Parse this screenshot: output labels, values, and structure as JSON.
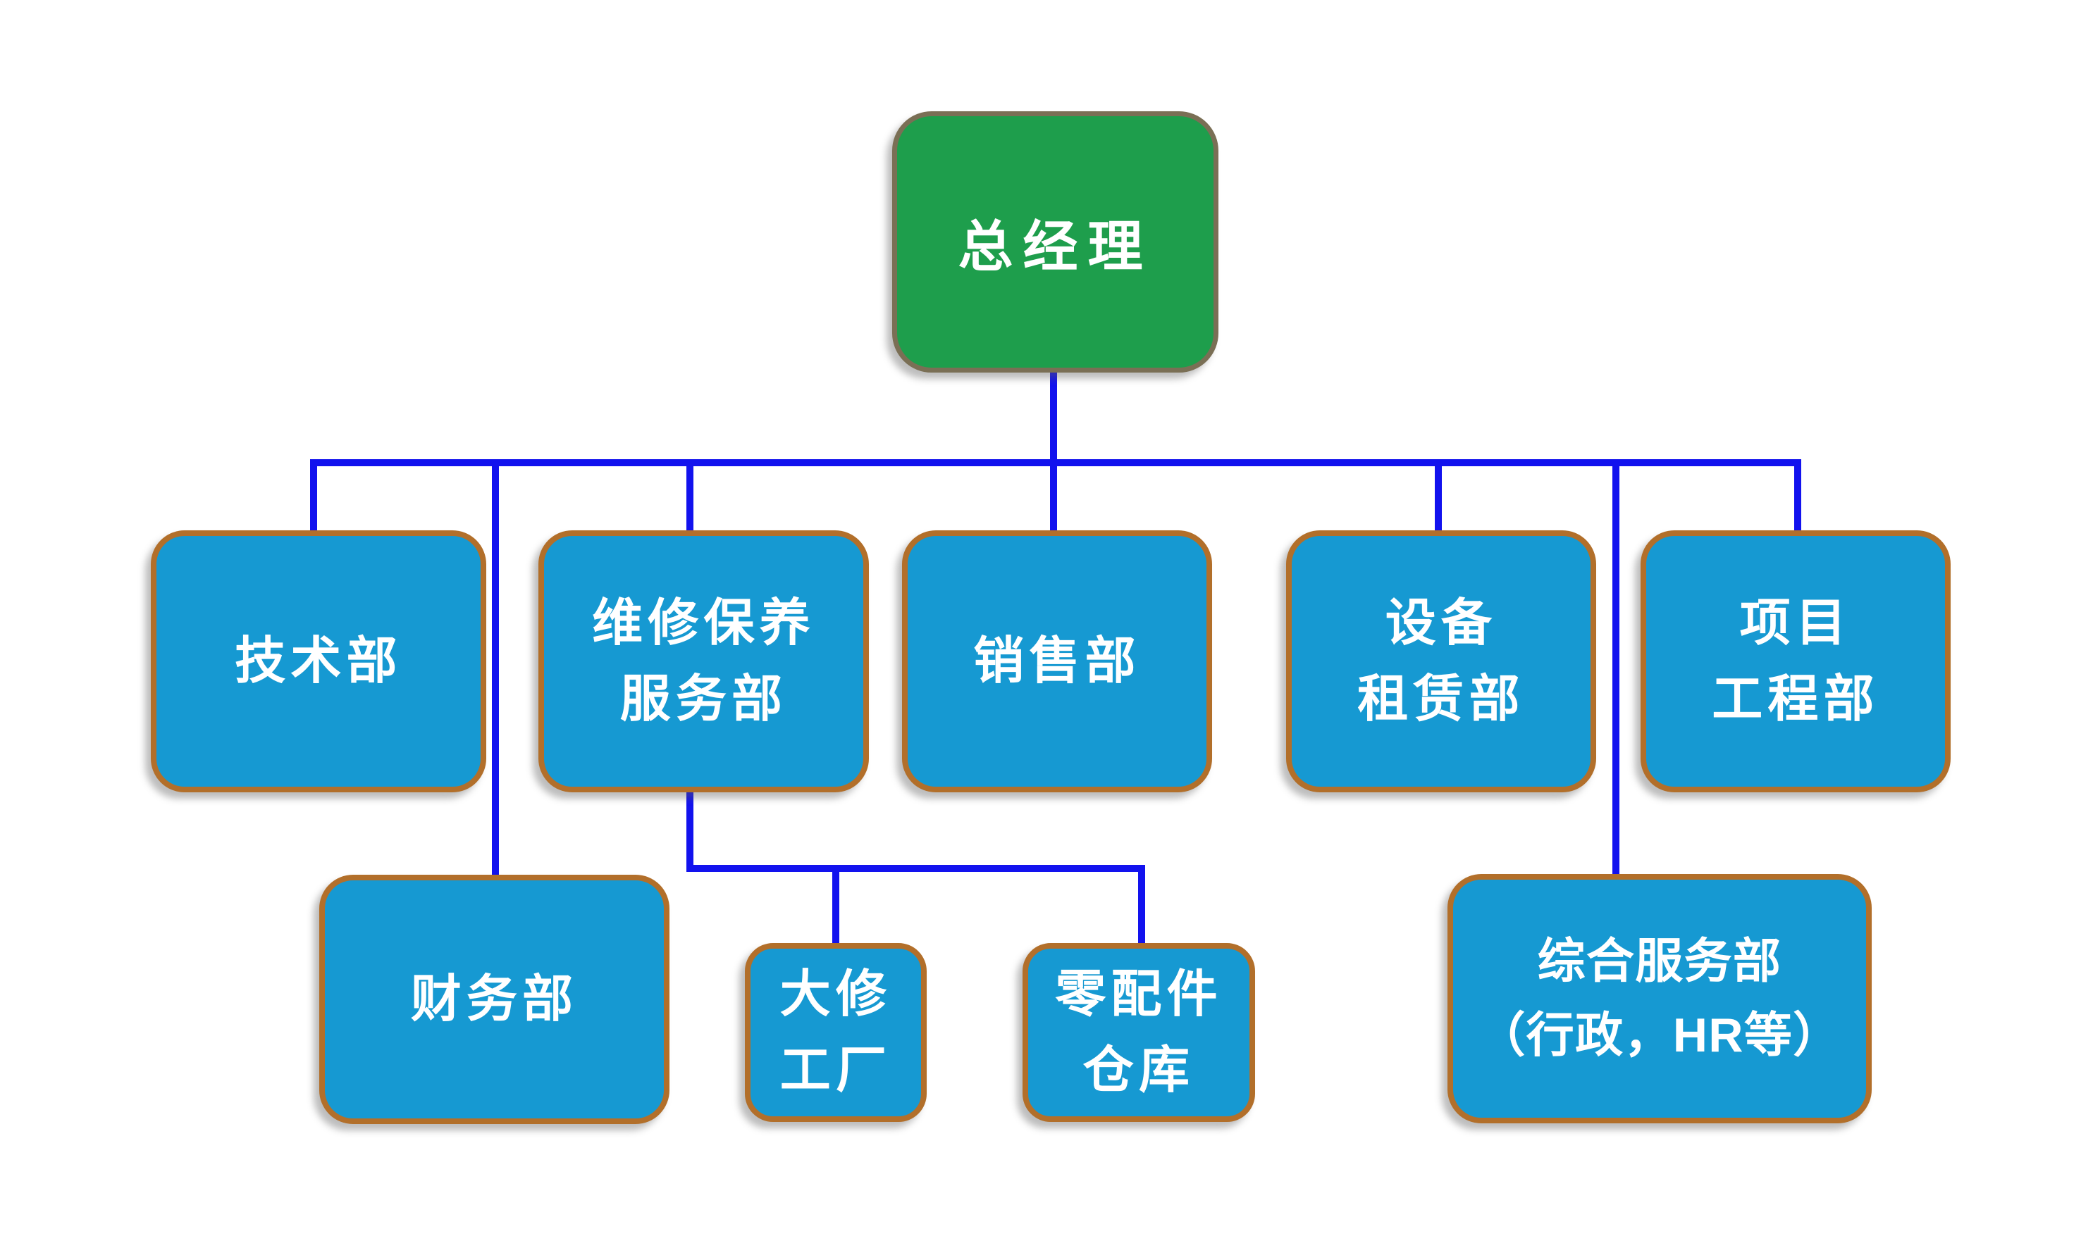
{
  "org_chart": {
    "root": {
      "label": "总经理"
    },
    "departments": [
      {
        "label": "技术部"
      },
      {
        "label": "维修保养\n服务部"
      },
      {
        "label": "销售部"
      },
      {
        "label": "设备\n租赁部"
      },
      {
        "label": "项目\n工程部"
      }
    ],
    "sub_departments": [
      {
        "label": "财务部",
        "reports_to": "总经理"
      },
      {
        "label": "大修\n工厂",
        "reports_to": "维修保养服务部"
      },
      {
        "label": "零配件\n仓库",
        "reports_to": "维修保养服务部"
      },
      {
        "label": "综合服务部\n（行政，HR等）",
        "reports_to": "总经理"
      }
    ]
  },
  "colors": {
    "background": "#FFFFFF",
    "root_fill": "#1E9E4C",
    "root_border": "#7A6F55",
    "dept_fill": "#1699D2",
    "dept_border": "#B26F2A",
    "connector": "#1212EE",
    "text": "#FFFFFF"
  }
}
